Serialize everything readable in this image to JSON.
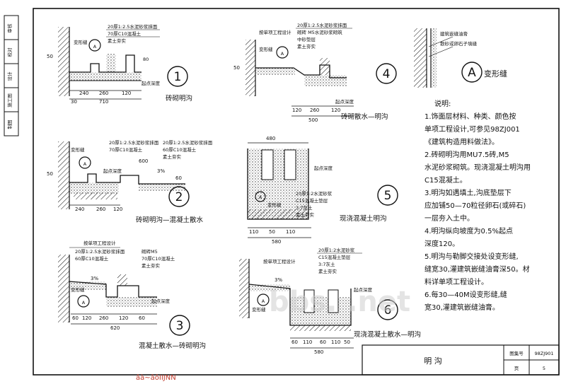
{
  "side_stamp": [
    "审核",
    "校对",
    "设计",
    "施工图",
    "制图"
  ],
  "details": [
    {
      "num": "1",
      "caption": "砖砌明沟",
      "layers": [
        "20厚1:2.5水泥砂浆抹面",
        "70厚C10混凝土",
        "素土夯实"
      ],
      "dims": [
        "240",
        "260",
        "120",
        "30",
        "710",
        "50"
      ],
      "notes": [
        "变形缝",
        "起点深度",
        "80"
      ]
    },
    {
      "num": "4",
      "caption": "砖砌散水—明沟",
      "layers": [
        "按单项工程设计",
        "20厚1:2.5水泥砂浆抹面",
        "砌砖 M5水泥砂浆砌筑",
        "中砂垫层",
        "素土夯实"
      ],
      "dims": [
        "120",
        "260",
        "120",
        "500",
        "50"
      ],
      "notes": [
        "变形缝",
        "起点深度"
      ]
    },
    {
      "num": "A",
      "caption": "变形缝",
      "layers": [
        "建筑嵌缝油膏",
        "散砂或卵石子填缝"
      ],
      "dims": [],
      "notes": []
    },
    {
      "num": "2",
      "caption": "砖砌明沟—混凝土散水",
      "layers": [
        "20厚1:2.5水泥砂浆抹面",
        "70厚C10混凝土",
        "20厚1:2.5水泥砂浆抹面",
        "60厚C10混凝土",
        "素土夯实"
      ],
      "dims": [
        "600",
        "3%",
        "60",
        "240",
        "260",
        "120",
        "50"
      ],
      "notes": [
        "变形缝",
        "起点深度"
      ]
    },
    {
      "num": "5",
      "caption": "现浇混凝土明沟",
      "layers": [
        "20厚1:2水泥砂浆",
        "C15混凝土垫层",
        "3:7灰土",
        "素土夯实"
      ],
      "dims": [
        "480",
        "110",
        "50",
        "110",
        "580"
      ],
      "notes": [
        "变形缝",
        "起点深度"
      ]
    },
    {
      "num": "3",
      "caption": "混凝土散水—砖砌明沟",
      "layers": [
        "按单项工程设计",
        "20厚1:2.5水泥砂浆抹面",
        "60厚C10混凝土",
        "砌砖M5",
        "70厚C10混凝土",
        "素土夯实"
      ],
      "dims": [
        "60",
        "120",
        "260",
        "120",
        "60",
        "620",
        "3%"
      ],
      "notes": [
        "变形缝",
        "起点深度"
      ]
    },
    {
      "num": "6",
      "caption": "现浇混凝土散水—明沟",
      "layers": [
        "按单项工程设计",
        "20厚1:2水泥砂浆",
        "C15混凝土垫层",
        "3:7灰土",
        "素土夯实"
      ],
      "dims": [
        "60",
        "110",
        "60",
        "110",
        "50",
        "580",
        "3%"
      ],
      "notes": [
        "变形缝",
        "起点深度"
      ]
    }
  ],
  "notes": {
    "heading": "说明:",
    "lines": [
      "1.饰面层材料、种类、颜色按",
      "单项工程设计,可参见98ZJ001",
      "《建筑构造用料做法》。",
      "2.砖砌明沟用MU7.5砖,M5",
      "水泥砂浆砌筑。现浇混凝土明沟用",
      "C15混凝土。",
      "3.明沟如遇填土,沟底垫层下",
      "应加铺50—70粒径卵石(或碎石)",
      "一层夯入土中。",
      "4.明沟纵向坡度为0.5%起点",
      "深度120。",
      "5.明沟与勒脚交接处设变形缝,",
      "缝宽30,灌建筑嵌缝油膏深50。材",
      "料详单项工程设计。",
      "6.每30—40M设变形缝,缝",
      "宽30,灌建筑嵌缝油膏。"
    ]
  },
  "title_block": {
    "title": "明 沟",
    "atlas_label": "图集号",
    "atlas_value": "98ZJ901",
    "page_label": "页",
    "page_value": "5"
  },
  "watermark": "bbs.   .net",
  "footer_text": "âà~âôIIJNN"
}
